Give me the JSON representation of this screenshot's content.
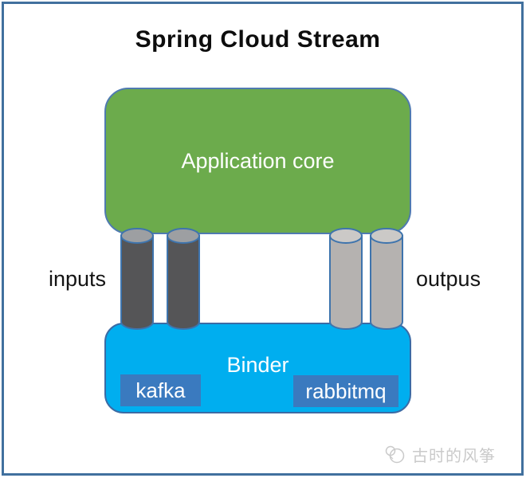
{
  "title": "Spring Cloud Stream",
  "colors": {
    "frame_border": "#41709e",
    "app_core_fill": "#6cab4c",
    "app_core_border": "#4f7ab0",
    "binder_fill": "#00aeef",
    "binder_border": "#3b6ba5",
    "badge_fill": "#3a7abf",
    "pipe_stroke": "#3e74ad",
    "input_pipe_body": "#555557",
    "input_pipe_top": "#9d9fa2",
    "output_pipe_body": "#b5b2b0",
    "output_pipe_top": "#cbc9c7",
    "watermark": "#cacaca"
  },
  "application_core": {
    "label": "Application core"
  },
  "binder": {
    "label": "Binder"
  },
  "brokers": {
    "kafka": "kafka",
    "rabbitmq": "rabbitmq"
  },
  "labels": {
    "inputs": "inputs",
    "outputs": "outpus"
  },
  "watermark": {
    "text": "古时的风筝"
  }
}
